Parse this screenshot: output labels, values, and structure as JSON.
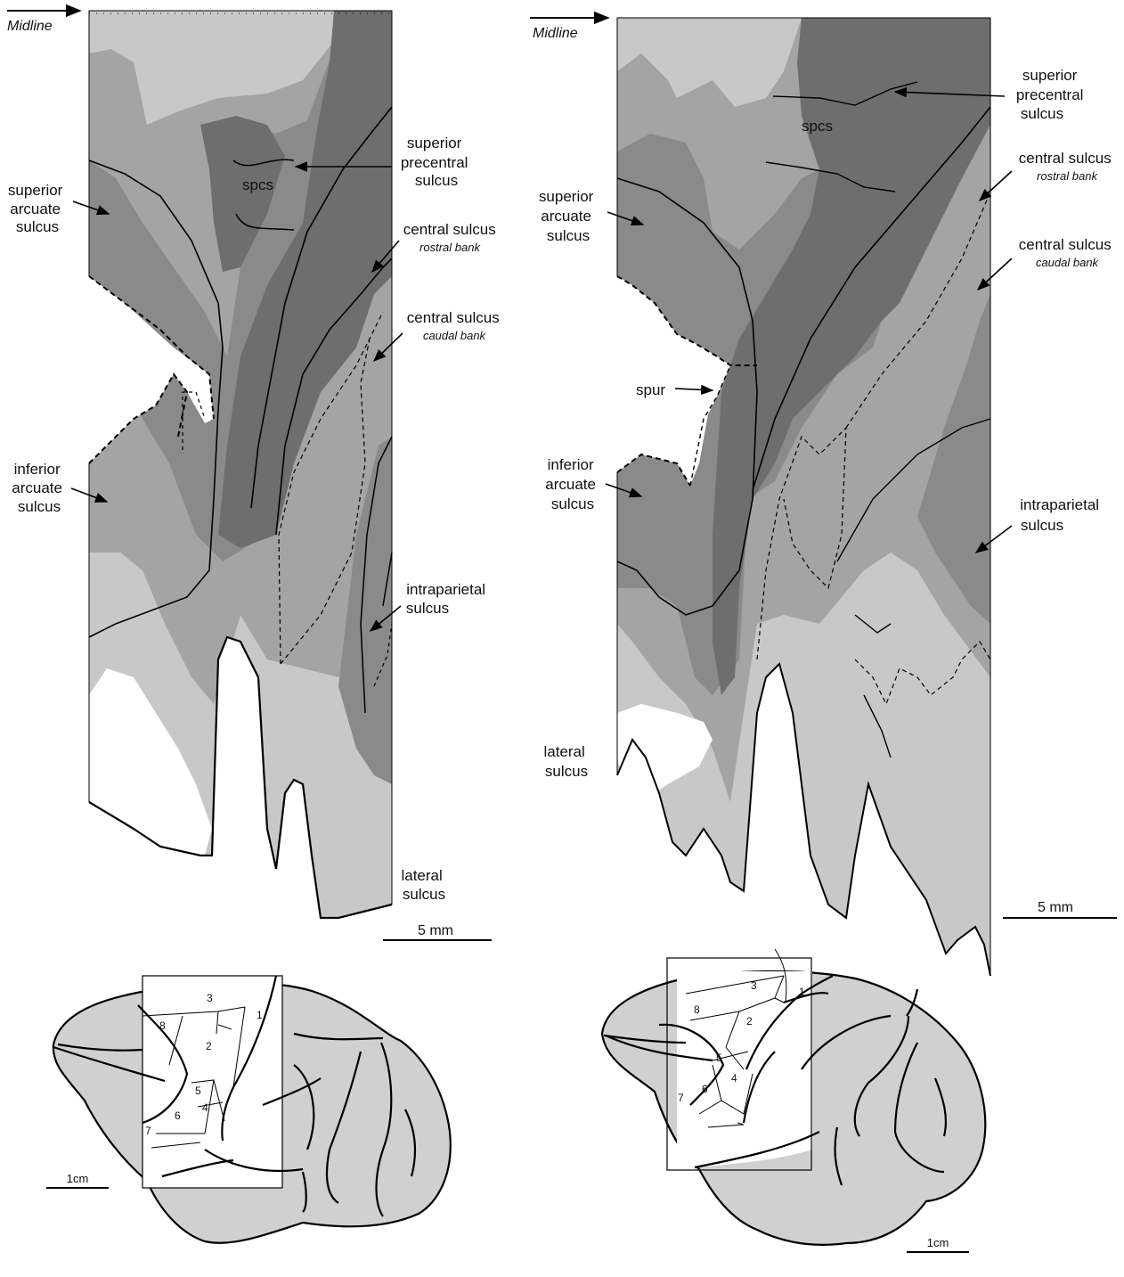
{
  "colors": {
    "background": "#ffffff",
    "light_gray": "#c8c8c8",
    "mid_gray": "#a4a4a4",
    "dark_gray": "#8a8a8a",
    "darkest_gray": "#6e6e6e",
    "brain_fill": "#d0d0d0",
    "line": "#000000"
  },
  "left_panel": {
    "midline": "Midline",
    "labels": {
      "sup_arcuate": [
        "superior",
        "arcuate",
        "sulcus"
      ],
      "sup_precentral": [
        "superior",
        "precentral",
        "sulcus"
      ],
      "spcs": "spcs",
      "central_rostral": [
        "central sulcus",
        "rostral bank"
      ],
      "central_caudal": [
        "central sulcus",
        "caudal bank"
      ],
      "inf_arcuate": [
        "inferior",
        "arcuate",
        "sulcus"
      ],
      "intraparietal": [
        "intraparietal",
        "sulcus"
      ],
      "lateral": [
        "lateral",
        "sulcus"
      ]
    },
    "scale_bar": "5 mm"
  },
  "right_panel": {
    "midline": "Midline",
    "labels": {
      "sup_precentral": [
        "superior",
        "precentral",
        "sulcus"
      ],
      "spcs": "spcs",
      "central_rostral": [
        "central sulcus",
        "rostral bank"
      ],
      "sup_arcuate": [
        "superior",
        "arcuate",
        "sulcus"
      ],
      "central_caudal": [
        "central sulcus",
        "caudal bank"
      ],
      "spur": "spur",
      "inf_arcuate": [
        "inferior",
        "arcuate",
        "sulcus"
      ],
      "intraparietal": [
        "intraparietal",
        "sulcus"
      ],
      "lateral": [
        "lateral",
        "sulcus"
      ]
    },
    "scale_bar": "5 mm"
  },
  "left_brain": {
    "regions": [
      "1",
      "2",
      "3",
      "4",
      "5",
      "6",
      "7",
      "8"
    ],
    "scale_bar": "1cm"
  },
  "right_brain": {
    "regions": [
      "1",
      "2",
      "3",
      "4",
      "5",
      "6",
      "7",
      "8"
    ],
    "scale_bar": "1cm"
  }
}
